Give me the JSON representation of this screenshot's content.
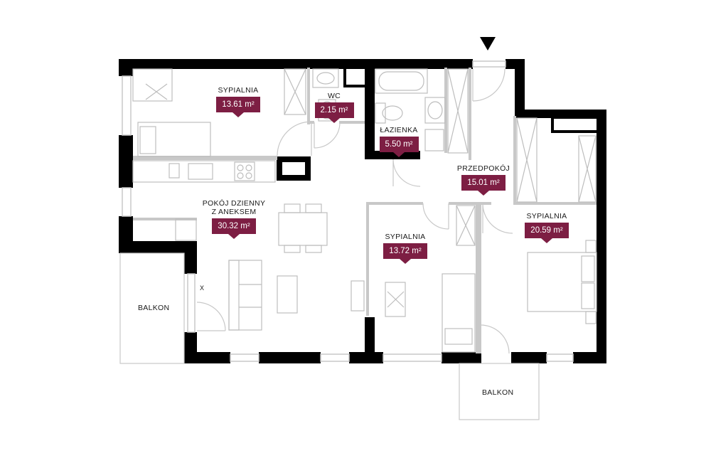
{
  "rooms": {
    "bedroom_1": {
      "name": "SYPIALNIA",
      "area": "13.61 m²"
    },
    "wc": {
      "name": "WC",
      "area": "2.15 m²"
    },
    "bathroom": {
      "name": "ŁAZIENKA",
      "area": "5.50 m²"
    },
    "hall": {
      "name": "PRZEDPOKÓJ",
      "area": "15.01 m²"
    },
    "living": {
      "name_line1": "POKÓJ DZIENNY",
      "name_line2": "Z ANEKSEM",
      "area": "30.32 m²"
    },
    "bedroom_2": {
      "name": "SYPIALNIA",
      "area": "13.72 m²"
    },
    "bedroom_3": {
      "name": "SYPIALNIA",
      "area": "20.59 m²"
    }
  },
  "balconies": {
    "left": "BALKON",
    "bottom": "BALKON"
  },
  "markers": {
    "window_mark": "X"
  },
  "colors": {
    "wall": "#000000",
    "partition": "#c8c8c8",
    "fixture": "#bdbdbd",
    "area_tag": "#7d1e43"
  }
}
